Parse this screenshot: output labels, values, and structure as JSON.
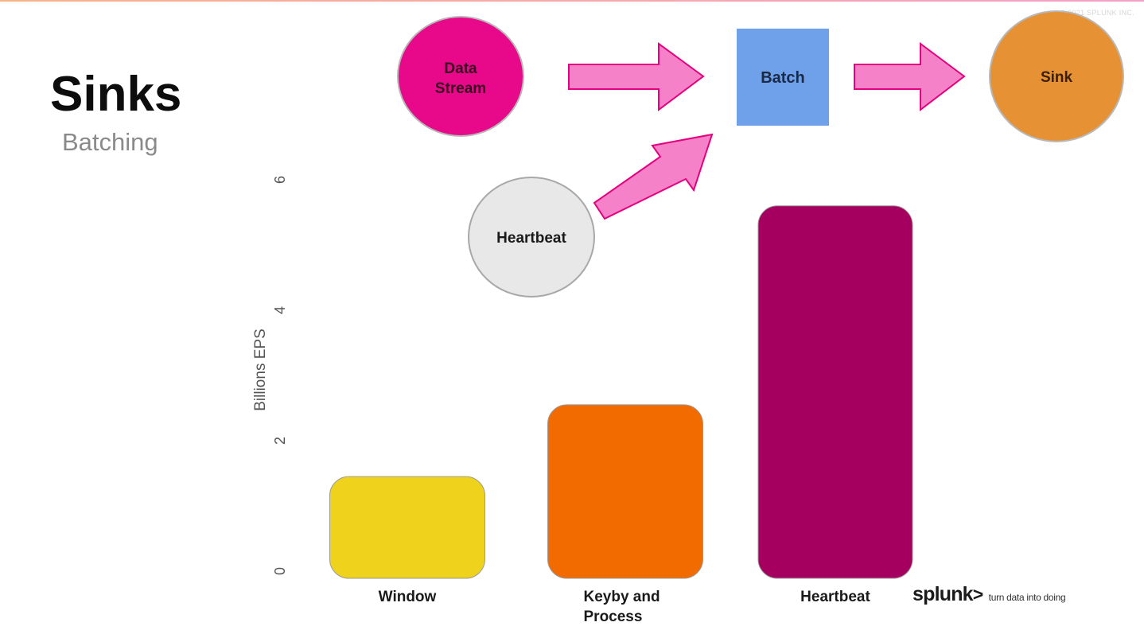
{
  "slide": {
    "title": "Sinks",
    "subtitle": "Batching",
    "copyright": "© 2021 SPLUNK INC."
  },
  "flow": {
    "nodes": {
      "data_stream": {
        "line1": "Data",
        "line2": "Stream",
        "color": "#e8088a"
      },
      "batch": {
        "label": "Batch",
        "color": "#6fa0ea"
      },
      "sink": {
        "label": "Sink",
        "color": "#e79135"
      },
      "heartbeat": {
        "label": "Heartbeat",
        "color": "#e8e8e8"
      }
    },
    "arrow_color": "#f582c8",
    "arrow_stroke": "#e4007f"
  },
  "chart_data": {
    "type": "bar",
    "categories": [
      "Window",
      "Keyby and Process",
      "Heartbeat"
    ],
    "values": [
      1.45,
      2.55,
      5.6
    ],
    "colors": [
      "#eed21c",
      "#f26b00",
      "#a5005f"
    ],
    "ylabel": "Billions EPS",
    "xlabel": "",
    "title": "",
    "ylim": [
      0,
      6
    ],
    "yticks": [
      0,
      2,
      4,
      6
    ],
    "grid": false
  },
  "brand": {
    "wordmark": "splunk",
    "chevron": ">",
    "tagline": "turn data into doing"
  }
}
